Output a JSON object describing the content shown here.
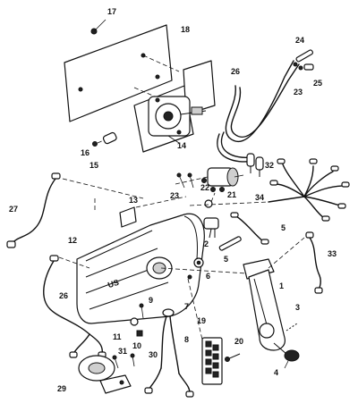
{
  "callouts": [
    {
      "id": "c17",
      "text": "17"
    },
    {
      "id": "c18",
      "text": "18"
    },
    {
      "id": "c24",
      "text": "24"
    },
    {
      "id": "c26a",
      "text": "26"
    },
    {
      "id": "c23a",
      "text": "23"
    },
    {
      "id": "c25",
      "text": "25"
    },
    {
      "id": "c16",
      "text": "16"
    },
    {
      "id": "c15",
      "text": "15"
    },
    {
      "id": "c14",
      "text": "14"
    },
    {
      "id": "c32",
      "text": "32"
    },
    {
      "id": "c22",
      "text": "22"
    },
    {
      "id": "c23b",
      "text": "23"
    },
    {
      "id": "c21",
      "text": "21"
    },
    {
      "id": "c34",
      "text": "34"
    },
    {
      "id": "c27",
      "text": "27"
    },
    {
      "id": "c13",
      "text": "13"
    },
    {
      "id": "c5a",
      "text": "5"
    },
    {
      "id": "c12",
      "text": "12"
    },
    {
      "id": "c2",
      "text": "2"
    },
    {
      "id": "c33",
      "text": "33"
    },
    {
      "id": "c5b",
      "text": "5"
    },
    {
      "id": "c6",
      "text": "6"
    },
    {
      "id": "c26b",
      "text": "26"
    },
    {
      "id": "c1",
      "text": "1"
    },
    {
      "id": "c9",
      "text": "9"
    },
    {
      "id": "c7",
      "text": "7"
    },
    {
      "id": "c3",
      "text": "3"
    },
    {
      "id": "c11",
      "text": "11"
    },
    {
      "id": "c10",
      "text": "10"
    },
    {
      "id": "c19",
      "text": "19"
    },
    {
      "id": "c8",
      "text": "8"
    },
    {
      "id": "c20",
      "text": "20"
    },
    {
      "id": "c31",
      "text": "31"
    },
    {
      "id": "c30",
      "text": "30"
    },
    {
      "id": "c29",
      "text": "29"
    },
    {
      "id": "c4",
      "text": "4"
    }
  ],
  "housing_logo": "US"
}
